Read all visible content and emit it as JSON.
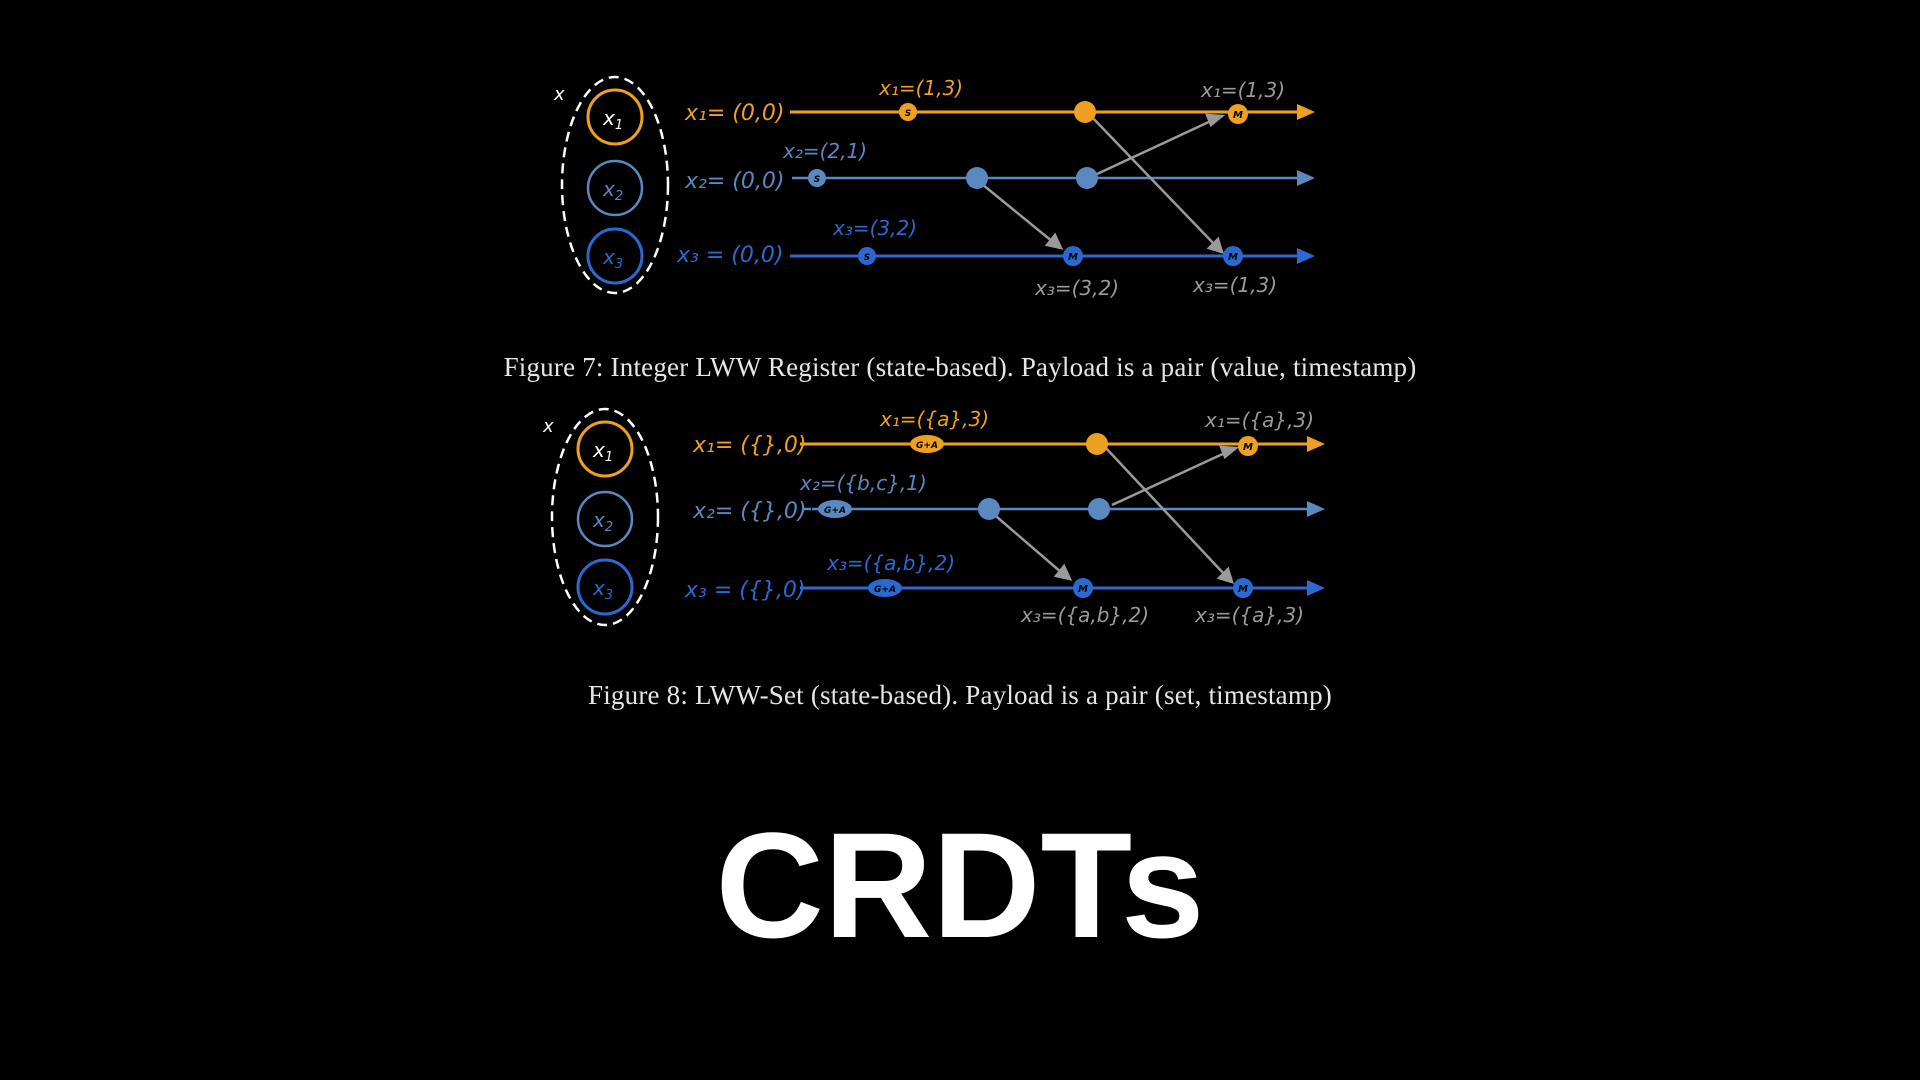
{
  "colors": {
    "orange": "#f0a020",
    "steel": "#5a88c0",
    "blue": "#2a6ad0",
    "gray": "#9a9a9a",
    "white": "#ffffff"
  },
  "figure7": {
    "caption": "Figure 7: Integer LWW Register (state-based). Payload is a pair (value, timestamp)",
    "set_label": "x",
    "replicas": [
      "x1",
      "x2",
      "x3"
    ],
    "init": [
      "x₁= (0,0)",
      "x₂= (0,0)",
      "x₃ = (0,0)"
    ],
    "updates": [
      "x₁=(1,3)",
      "x₂=(2,1)",
      "x₃=(3,2)"
    ],
    "merge_top": "x₁=(1,3)",
    "merge_low1": "x₃=(3,2)",
    "merge_low2": "x₃=(1,3)",
    "op_marker": "S",
    "merge_marker": "M"
  },
  "figure8": {
    "caption": "Figure 8: LWW-Set (state-based). Payload is a pair (set, timestamp)",
    "set_label": "x",
    "replicas": [
      "x1",
      "x2",
      "x3"
    ],
    "init": [
      "x₁= ({},0)",
      "x₂= ({},0)",
      "x₃ = ({},0)"
    ],
    "updates": [
      "x₁=({a},3)",
      "x₂=({b,c},1)",
      "x₃=({a,b},2)"
    ],
    "merge_top": "x₁=({a},3)",
    "merge_low1": "x₃=({a,b},2)",
    "merge_low2": "x₃=({a},3)",
    "op_marker": "G+A",
    "merge_marker": "M"
  },
  "title": "CRDTs"
}
